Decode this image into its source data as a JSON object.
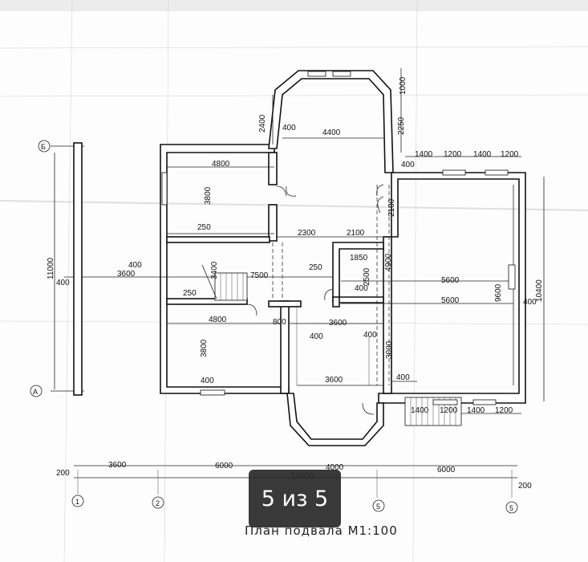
{
  "drawing": {
    "title": "План подвала М1:100",
    "axis_letters": [
      "Б",
      "А"
    ],
    "axis_numbers": [
      "1",
      "2",
      "5",
      "5"
    ],
    "dims_top": [
      "2400",
      "400",
      "4400",
      "1000",
      "2250"
    ],
    "dims_right_top": [
      "1400",
      "1200",
      "1400",
      "1200",
      "400"
    ],
    "dims_left_room": [
      "4800",
      "3800",
      "250"
    ],
    "dims_mid": [
      "2300",
      "2100",
      "2100",
      "1850",
      "250",
      "2500",
      "400",
      "4900"
    ],
    "dims_left": [
      "11000",
      "400",
      "400",
      "3600",
      "7500",
      "3400",
      "250"
    ],
    "dims_right_room": [
      "5600",
      "5600",
      "9600",
      "10400",
      "400"
    ],
    "dims_lower_left": [
      "4800",
      "3800",
      "400",
      "800",
      "400",
      "3600",
      "400",
      "3000"
    ],
    "dims_lower": [
      "3600",
      "400"
    ],
    "dims_bottom_right": [
      "1400",
      "1200",
      "1400",
      "1200"
    ],
    "dims_overall": [
      "200",
      "3600",
      "6000",
      "4000",
      "6000",
      "19600",
      "200"
    ]
  },
  "viewer": {
    "page_indicator": "5 из 5"
  }
}
